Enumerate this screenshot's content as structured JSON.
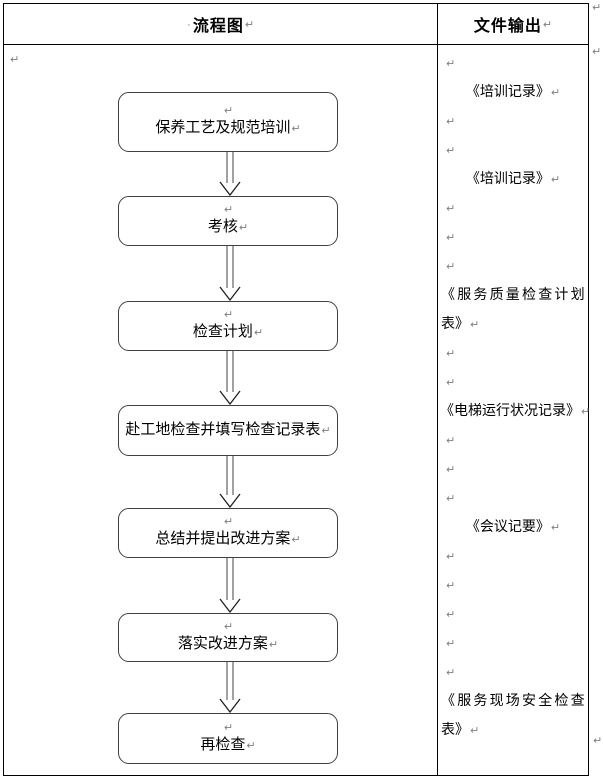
{
  "marks": {
    "return": "↵",
    "space": "·"
  },
  "header": {
    "left": "流程图",
    "right": "文件输出"
  },
  "flowchart": {
    "boxes": [
      {
        "pre_mark": "↵",
        "label": "保养工艺及规范培训"
      },
      {
        "pre_mark": "↵",
        "label": "考核"
      },
      {
        "pre_mark": "↵",
        "label": "检查计划"
      },
      {
        "pre_mark": "",
        "label": "赴工地检查并填写检查记录表"
      },
      {
        "pre_mark": "↵",
        "label": "总结并提出改进方案"
      },
      {
        "pre_mark": "↵",
        "label": "落实改进方案"
      },
      {
        "pre_mark": "↵",
        "label": "再检查"
      }
    ]
  },
  "outputs": {
    "lines": [
      {
        "text": ""
      },
      {
        "text": "《培训记录》"
      },
      {
        "text": ""
      },
      {
        "text": ""
      },
      {
        "text": "《培训记录》"
      },
      {
        "text": ""
      },
      {
        "text": ""
      },
      {
        "text": ""
      },
      {
        "text": "《服务质量检查计划"
      },
      {
        "text": "表》"
      },
      {
        "text": ""
      },
      {
        "text": ""
      },
      {
        "text": "《电梯运行状况记录》"
      },
      {
        "text": ""
      },
      {
        "text": ""
      },
      {
        "text": ""
      },
      {
        "text": "《会议记要》"
      },
      {
        "text": ""
      },
      {
        "text": ""
      },
      {
        "text": ""
      },
      {
        "text": ""
      },
      {
        "text": ""
      },
      {
        "text": "《服务现场安全检查"
      },
      {
        "text": "表》"
      }
    ]
  },
  "colors": {
    "border": "#000000",
    "box_border": "#404040",
    "text": "#000000",
    "mark": "#808080",
    "arrow_shaft": "#6e6e6e",
    "arrow_head": "#1f1f1f"
  }
}
